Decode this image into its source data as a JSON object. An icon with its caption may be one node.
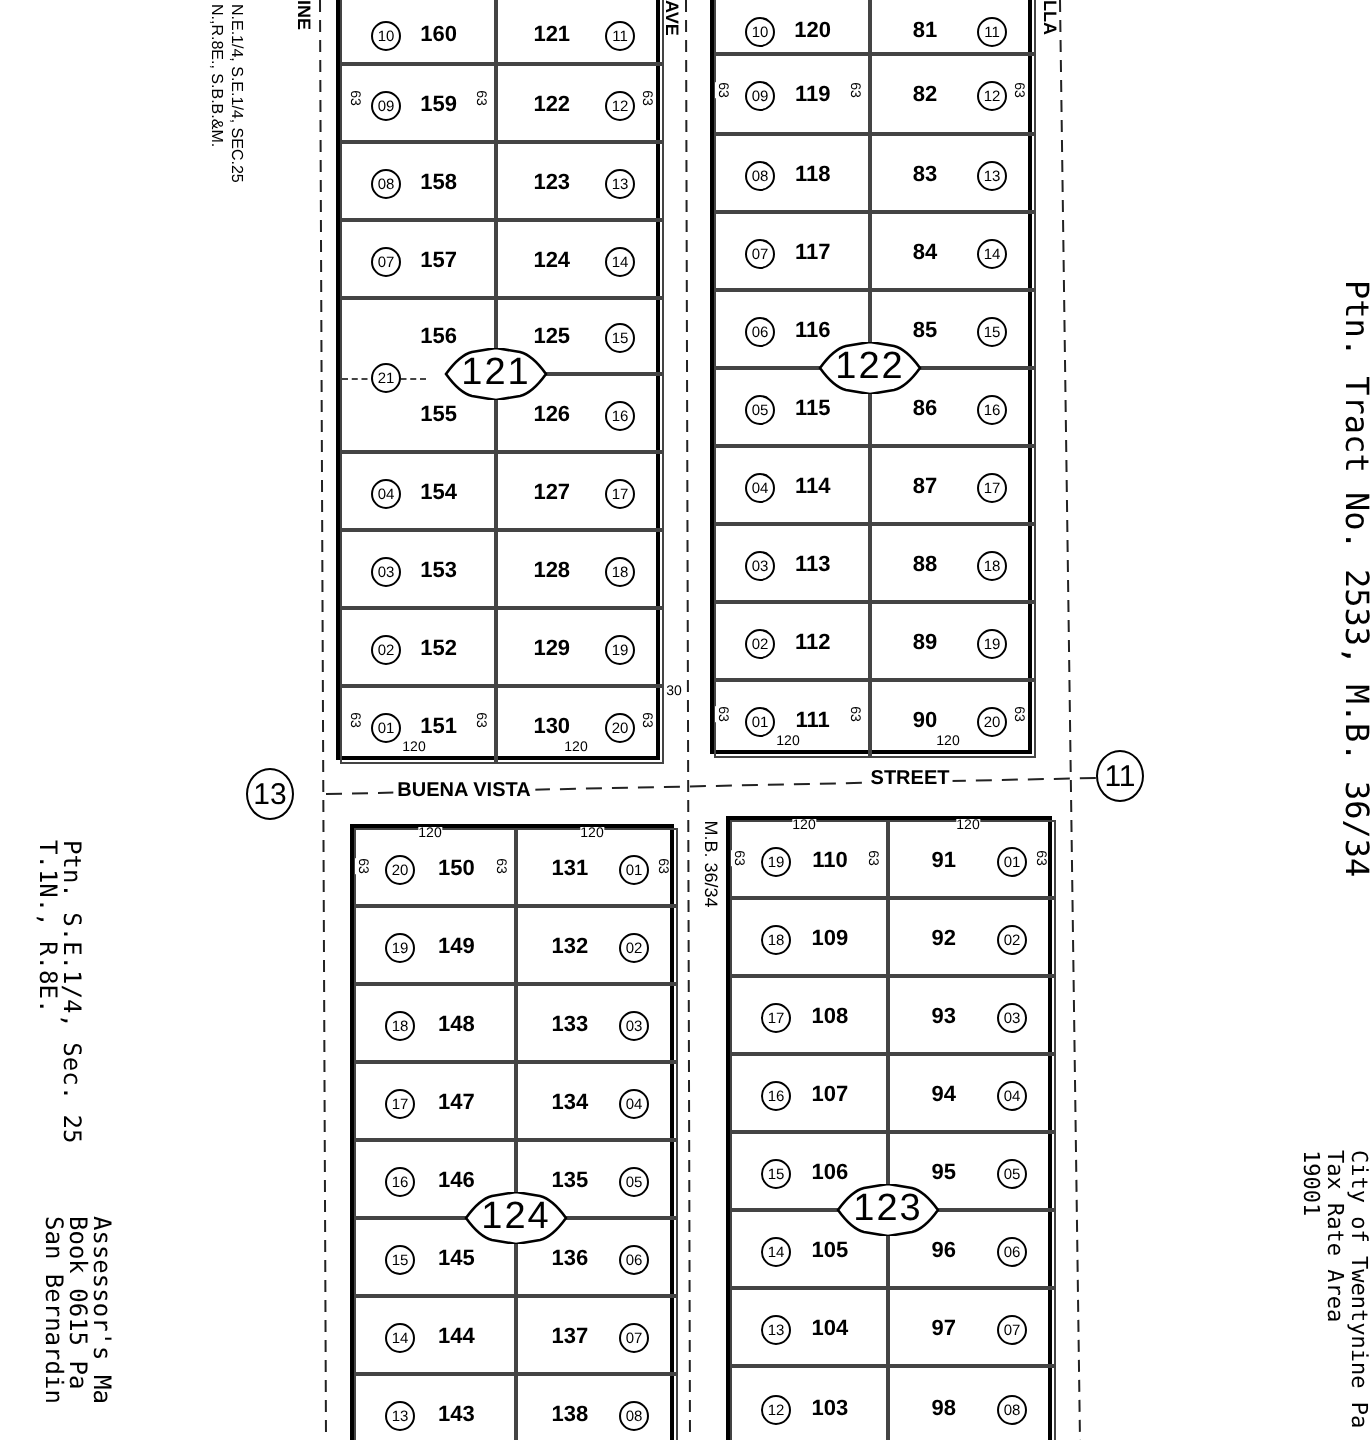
{
  "diagram": {
    "nodes": [
      {
        "text": [],
        "shape": "box"
      },
      {
        "text": [
          "10",
          "160"
        ],
        "in": 0
      },
      {
        "text": [
          "121",
          "11"
        ],
        "in": 0
      },
      {
        "text": [
          "09",
          "159"
        ],
        "in": 0
      },
      {
        "text": [
          "122",
          "12"
        ],
        "in": 0
      },
      {
        "text": [
          "08",
          "158"
        ],
        "in": 0
      },
      {
        "text": [
          "123",
          "13"
        ],
        "in": 0
      },
      {
        "text": [
          "07",
          "157"
        ],
        "in": 0
      },
      {
        "text": [
          "124",
          "14"
        ],
        "in": 0
      },
      {
        "text": [
          "21",
          "156",
          "155"
        ],
        "in": 0
      },
      {
        "text": [
          "125",
          "15"
        ],
        "in": 0
      },
      {
        "text": [
          "126",
          "16"
        ],
        "in": 0
      },
      {
        "text": [
          "04",
          "154"
        ],
        "in": 0
      },
      {
        "text": [
          "127",
          "17"
        ],
        "in": 0
      },
      {
        "text": [
          "03",
          "153"
        ],
        "in": 0
      },
      {
        "text": [
          "128",
          "18"
        ],
        "in": 0
      },
      {
        "text": [
          "02",
          "152"
        ],
        "in": 0
      },
      {
        "text": [
          "129",
          "19"
        ],
        "in": 0
      },
      {
        "text": [
          "01",
          "151"
        ],
        "in": 0
      },
      {
        "text": [
          "130",
          "20"
        ],
        "in": 0
      },
      {
        "text": [
          "121"
        ],
        "in": 0
      },
      {
        "text": [],
        "shape": "box"
      },
      {
        "text": [
          "10",
          "120"
        ],
        "in": 21
      },
      {
        "text": [
          "81",
          "11"
        ],
        "in": 21
      },
      {
        "text": [
          "09",
          "119"
        ],
        "in": 21
      },
      {
        "text": [
          "82",
          "12"
        ],
        "in": 21
      },
      {
        "text": [
          "08",
          "118"
        ],
        "in": 21
      },
      {
        "text": [
          "83",
          "13"
        ],
        "in": 21
      },
      {
        "text": [
          "07",
          "117"
        ],
        "in": 21
      },
      {
        "text": [
          "84",
          "14"
        ],
        "in": 21
      },
      {
        "text": [
          "06",
          "116"
        ],
        "in": 21
      },
      {
        "text": [
          "85",
          "15"
        ],
        "in": 21
      },
      {
        "text": [
          "05",
          "115"
        ],
        "in": 21
      },
      {
        "text": [
          "86",
          "16"
        ],
        "in": 21
      },
      {
        "text": [
          "04",
          "114"
        ],
        "in": 21
      },
      {
        "text": [
          "87",
          "17"
        ],
        "in": 21
      },
      {
        "text": [
          "03",
          "113"
        ],
        "in": 21
      },
      {
        "text": [
          "88",
          "18"
        ],
        "in": 21
      },
      {
        "text": [
          "02",
          "112"
        ],
        "in": 21
      },
      {
        "text": [
          "89",
          "19"
        ],
        "in": 21
      },
      {
        "text": [
          "01",
          "111"
        ],
        "in": 21
      },
      {
        "text": [
          "90",
          "20"
        ],
        "in": 21
      },
      {
        "text": [
          "122"
        ],
        "in": 21
      },
      {
        "text": [
          "13"
        ]
      },
      {
        "text": [
          "11"
        ]
      },
      {
        "text": [],
        "shape": "box"
      },
      {
        "text": [
          "20",
          "150"
        ],
        "in": 45
      },
      {
        "text": [
          "131",
          "01"
        ],
        "in": 45
      },
      {
        "text": [
          "19",
          "149"
        ],
        "in": 45
      },
      {
        "text": [
          "132",
          "02"
        ],
        "in": 45
      },
      {
        "text": [
          "18",
          "148"
        ],
        "in": 45
      },
      {
        "text": [
          "133",
          "03"
        ],
        "in": 45
      },
      {
        "text": [
          "17",
          "147"
        ],
        "in": 45
      },
      {
        "text": [
          "134",
          "04"
        ],
        "in": 45
      },
      {
        "text": [
          "16",
          "146"
        ],
        "in": 45
      },
      {
        "text": [
          "135",
          "05"
        ],
        "in": 45
      },
      {
        "text": [
          "15",
          "145"
        ],
        "in": 45
      },
      {
        "text": [
          "136",
          "06"
        ],
        "in": 45
      },
      {
        "text": [
          "14",
          "144"
        ],
        "in": 45
      },
      {
        "text": [
          "137",
          "07"
        ],
        "in": 45
      },
      {
        "text": [
          "13",
          "143"
        ],
        "in": 45
      },
      {
        "text": [
          "138",
          "08"
        ],
        "in": 45
      },
      {
        "text": [
          "124"
        ],
        "in": 45
      },
      {
        "text": [],
        "shape": "box"
      },
      {
        "text": [
          "19",
          "110"
        ],
        "in": 63
      },
      {
        "text": [
          "91",
          "01"
        ],
        "in": 63
      },
      {
        "text": [
          "18",
          "109"
        ],
        "in": 63
      },
      {
        "text": [
          "92",
          "02"
        ],
        "in": 63
      },
      {
        "text": [
          "17",
          "108"
        ],
        "in": 63
      },
      {
        "text": [
          "93",
          "03"
        ],
        "in": 63
      },
      {
        "text": [
          "16",
          "107"
        ],
        "in": 63
      },
      {
        "text": [
          "94",
          "04"
        ],
        "in": 63
      },
      {
        "text": [
          "15",
          "106"
        ],
        "in": 63
      },
      {
        "text": [
          "95",
          "05"
        ],
        "in": 63
      },
      {
        "text": [
          "14",
          "105"
        ],
        "in": 63
      },
      {
        "text": [
          "96",
          "06"
        ],
        "in": 63
      },
      {
        "text": [
          "13",
          "104"
        ],
        "in": 63
      },
      {
        "text": [
          "97",
          "07"
        ],
        "in": 63
      },
      {
        "text": [
          "12",
          "103"
        ],
        "in": 63
      },
      {
        "text": [
          "98",
          "08"
        ],
        "in": 63
      },
      {
        "text": [
          "123"
        ],
        "in": 63
      }
    ],
    "labels": [
      "N.,R.8E., S.B.B.&M.",
      "N.E.1/4, S.E.1/4, SEC.25",
      "INE",
      "AVE",
      "LLA",
      "Ptn. Tract No. 2533, M.B. 36/34",
      "63",
      "63",
      "63",
      "63",
      "63",
      "63",
      "120",
      "120",
      "30",
      "63",
      "63",
      "63",
      "63",
      "63",
      "63",
      "120",
      "120",
      "BUENA VISTA",
      "STREET",
      "M.B. 36/34",
      "120",
      "120",
      "63",
      "63",
      "63",
      "120",
      "120",
      "63",
      "63",
      "63",
      "T.1N., R.8E.",
      "Ptn. S.E.1/4, Sec. 25",
      "19001",
      "Tax Rate Area",
      "City of Twentynine Pa",
      "San Bernardin",
      "Book 0615 Pa",
      "Assessor's Ma"
    ]
  }
}
